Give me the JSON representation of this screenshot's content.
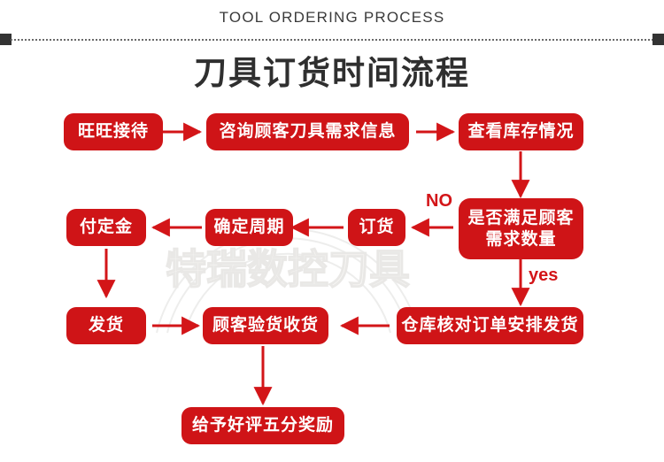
{
  "header": {
    "eyebrow": "TOOL ORDERING PROCESS",
    "title": "刀具订货时间流程"
  },
  "watermark": {
    "text": "特瑞数控刀具"
  },
  "colors": {
    "node_red": "#cf1417",
    "arrow_red": "#d31518",
    "title_gray": "#2f2f2f",
    "divider_cap": "#333333",
    "background": "#ffffff"
  },
  "flow": {
    "nodes": [
      {
        "id": "n1",
        "label": "旺旺接待"
      },
      {
        "id": "n2",
        "label": "咨询顾客刀具需求信息"
      },
      {
        "id": "n3",
        "label": "查看库存情况"
      },
      {
        "id": "n4",
        "label": "是否满足顾客\n需求数量"
      },
      {
        "id": "n5",
        "label": "订货"
      },
      {
        "id": "n6",
        "label": "确定周期"
      },
      {
        "id": "n7",
        "label": "付定金"
      },
      {
        "id": "n8",
        "label": "发货"
      },
      {
        "id": "n9",
        "label": "顾客验货收货"
      },
      {
        "id": "n10",
        "label": "仓库核对订单安排发货"
      },
      {
        "id": "n11",
        "label": "给予好评五分奖励"
      }
    ],
    "edge_labels": {
      "no": "NO",
      "yes": "yes"
    }
  }
}
